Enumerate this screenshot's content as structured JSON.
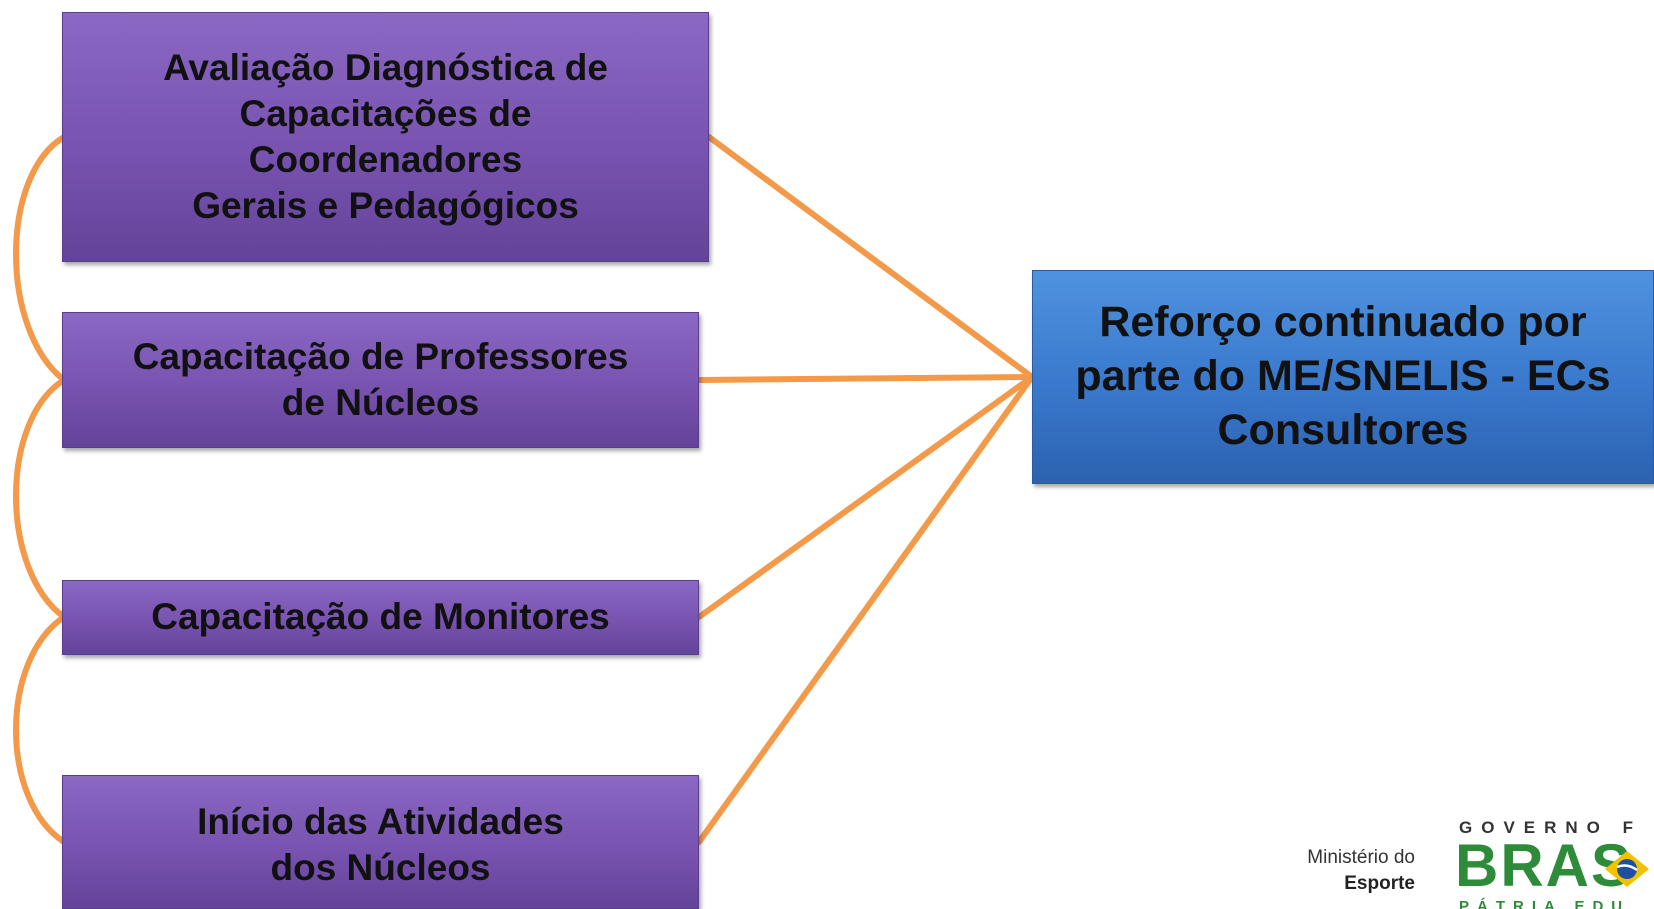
{
  "nodes": {
    "avaliacao": "Avaliação Diagnóstica de\nCapacitações de\nCoordenadores\nGerais e Pedagógicos",
    "professores": "Capacitação de Professores\nde Núcleos",
    "monitores": "Capacitação de Monitores",
    "inicio": "Início das Atividades\ndos Núcleos",
    "reforco": "Reforço continuado por\nparte do ME/SNELIS - ECs\nConsultores"
  },
  "colors": {
    "connector": "#f39a4a",
    "purple_box": "#7853b0",
    "blue_box": "#3978cc"
  },
  "footer": {
    "ministerio_line1": "Ministério do",
    "ministerio_line2": "Esporte",
    "gov_top": "GOVERNO F",
    "gov_word": "BRAS",
    "gov_bottom": "PÁTRIA EDU",
    "flag_icon": "brazil-flag-icon"
  }
}
